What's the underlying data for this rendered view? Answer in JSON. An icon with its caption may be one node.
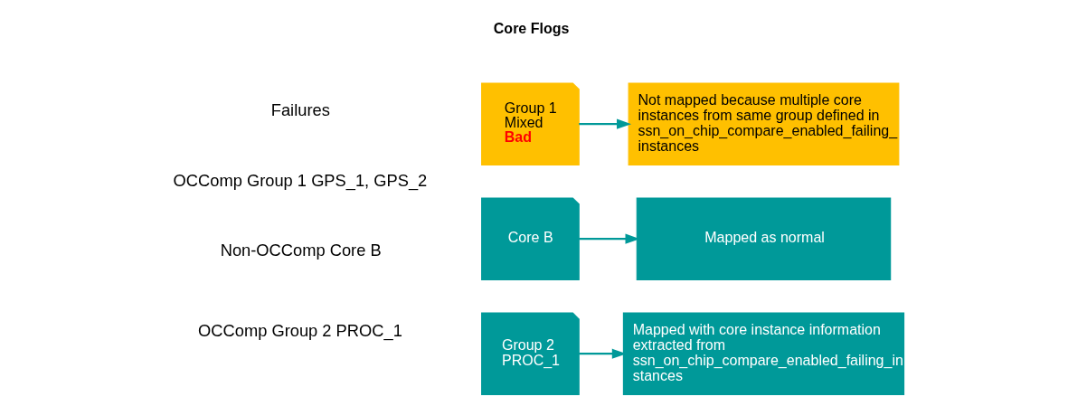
{
  "diagram": {
    "nodes": [
      {
        "text": [
          "Group 1",
          "Mixed",
          "Bad"
        ]
      },
      {
        "text": [
          "Not mapped because multiple core instances from same group defined in ssn_on_chip_compare_enabled_failing_ instances"
        ]
      },
      {
        "text": [
          "Core B"
        ]
      },
      {
        "text": [
          "Mapped as normal"
        ]
      },
      {
        "text": [
          "Group 2 PROC_1"
        ]
      },
      {
        "text": [
          "Mapped with core instance information extracted from ssn_on_chip_compare_enabled_failing_in stances"
        ]
      }
    ],
    "edges": [
      {
        "from": 0,
        "to": 1,
        "arrow": "to"
      },
      {
        "from": 2,
        "to": 3,
        "arrow": "to"
      },
      {
        "from": 4,
        "to": 5,
        "arrow": "to"
      }
    ],
    "labels": [
      "Core Flogs",
      "Failures",
      "OCComp Group 1 GPS_1, GPS_2",
      "Non-OCComp Core B",
      "OCComp Group 2 PROC_1"
    ]
  }
}
